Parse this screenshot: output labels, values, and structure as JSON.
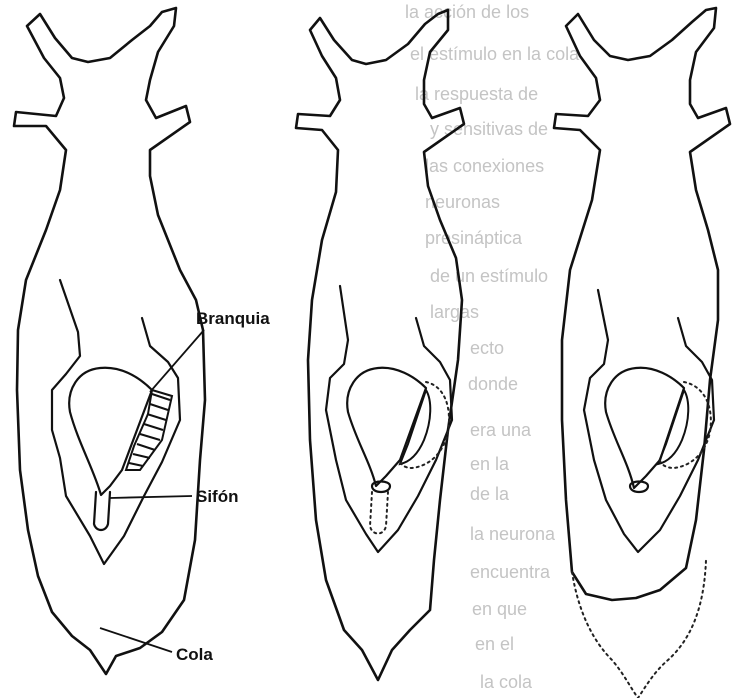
{
  "figure": {
    "labels": {
      "gill": "Branquia",
      "siphon": "Sifón",
      "tail": "Cola"
    },
    "panels": [
      {
        "id": "a",
        "state": "relaxed",
        "gill_style": "solid"
      },
      {
        "id": "b",
        "state": "siphon-withdrawn",
        "gill_style": "dotted-outline"
      },
      {
        "id": "c",
        "state": "siphon-and-tail-withdrawn",
        "gill_style": "dotted-outline"
      }
    ],
    "colors": {
      "line": "#111111",
      "background": "#ffffff",
      "ghost_text": "#c4c4c4"
    }
  },
  "bleed_text": [
    "la acción de los",
    "el estímulo en la cola",
    "la respuesta de",
    "y sensitivas de",
    "las conexiones",
    "neuronas",
    "presináptica",
    "de un estímulo",
    "largas",
    "ecto",
    "donde",
    "era una",
    "en la",
    "de la",
    "la neurona",
    "encuentra",
    "en que",
    "en el",
    "la cola"
  ]
}
